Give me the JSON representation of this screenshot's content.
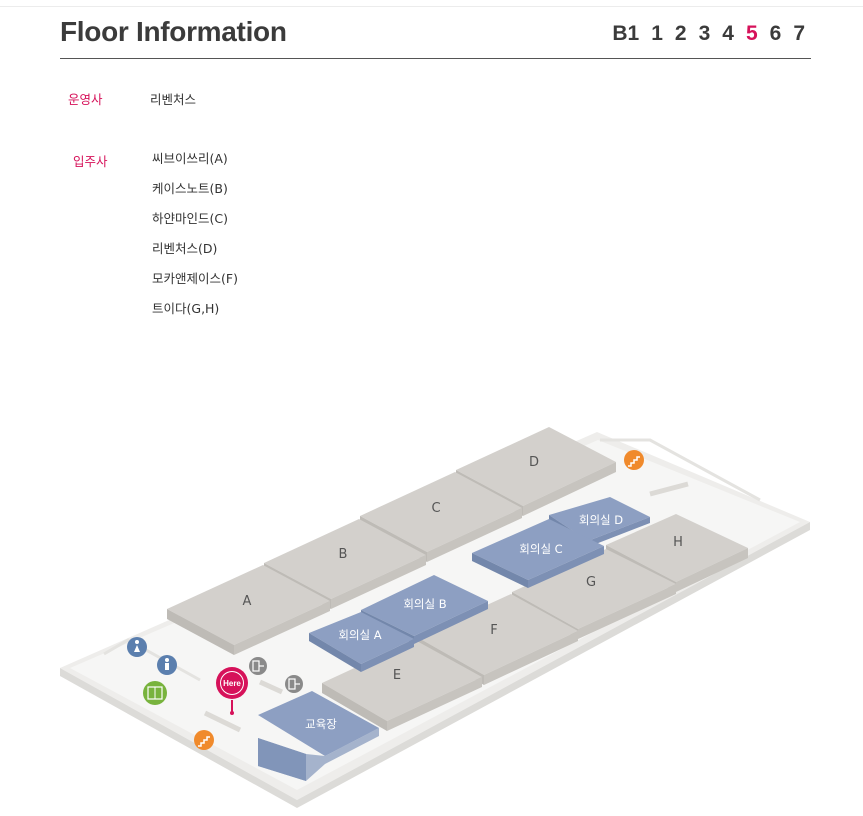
{
  "header": {
    "title": "Floor Information",
    "floors": [
      "B1",
      "1",
      "2",
      "3",
      "4",
      "5",
      "6",
      "7"
    ],
    "active_floor": "5"
  },
  "operator": {
    "label": "운영사",
    "value": "리벤처스"
  },
  "tenants": {
    "label": "입주사",
    "items": [
      "씨브이쓰리(A)",
      "케이스노트(B)",
      "하얀마인드(C)",
      "리벤처스(D)",
      "모카앤제이스(F)",
      "트이다(G,H)"
    ]
  },
  "map": {
    "rooms": {
      "A": "A",
      "B": "B",
      "C": "C",
      "D": "D",
      "E": "E",
      "F": "F",
      "G": "G",
      "H": "H",
      "meeting_a": "회의실 A",
      "meeting_b": "회의실 B",
      "meeting_c": "회의실 C",
      "meeting_d": "회의실 D",
      "education": "교육장"
    },
    "marker": "Here",
    "colors": {
      "room_gray": "#d3d0cc",
      "room_blue": "#8d9fc2",
      "accent": "#d6125a",
      "stairs": "#f08a2c",
      "toilet": "#5b7fae",
      "elevator": "#78b33d"
    }
  }
}
